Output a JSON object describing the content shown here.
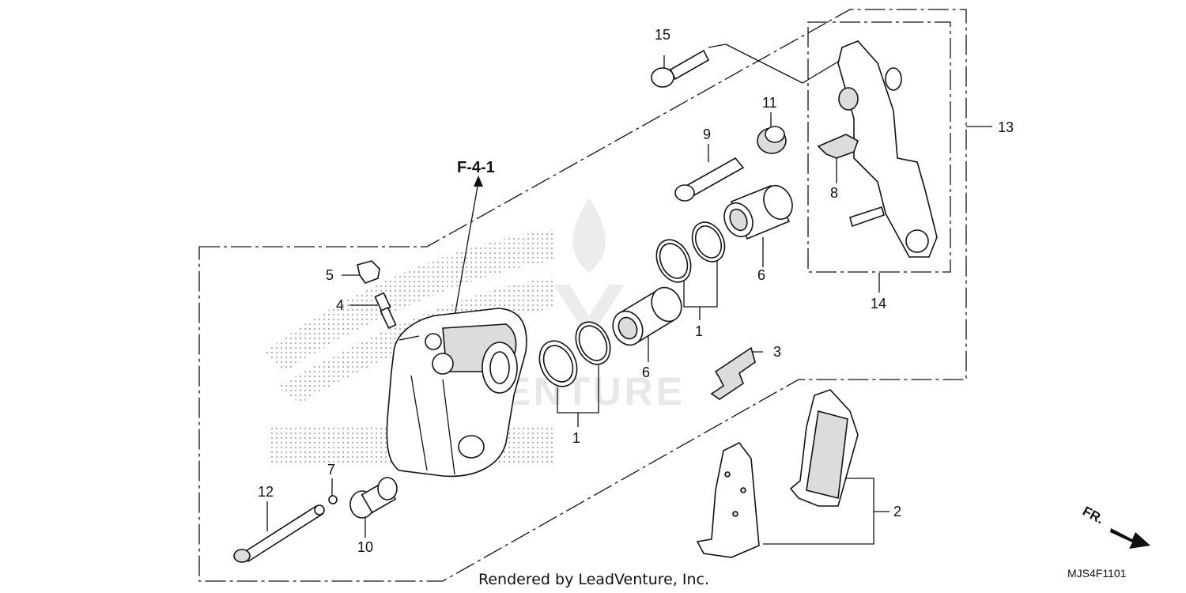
{
  "reference": "F-4-1",
  "part_numbers": [
    "1",
    "1",
    "2",
    "3",
    "4",
    "5",
    "6",
    "6",
    "7",
    "8",
    "9",
    "10",
    "11",
    "12",
    "13",
    "14",
    "15"
  ],
  "direction_label": "FR.",
  "diagram_code": "MJS4F1101",
  "credit": "Rendered by LeadVenture, Inc.",
  "watermark": "ADVENTURE"
}
